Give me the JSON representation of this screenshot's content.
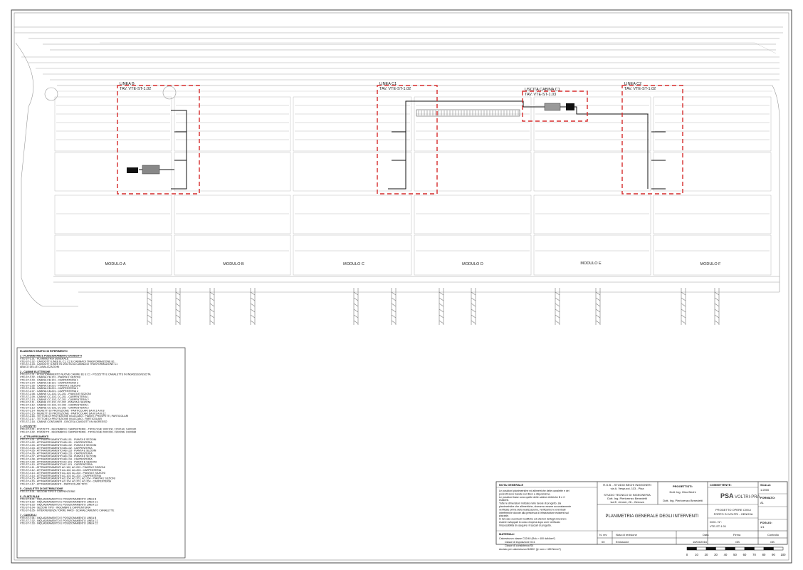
{
  "plan": {
    "zones": [
      {
        "line1": "LINEA B",
        "line2": "TAV. VTE-ST-1.02"
      },
      {
        "line1": "LINEA C1",
        "line2": "TAV. VTE-ST-1.02"
      },
      {
        "line1": "USCITA CABINA C1",
        "line2": "TAV. VTE-ST-1.03"
      },
      {
        "line1": "LINEA C2",
        "line2": "TAV. VTE-ST-1.02"
      }
    ],
    "modules": [
      "MODULO A",
      "MODULO B",
      "MODULO C",
      "MODULO D",
      "MODULO E",
      "MODULO F"
    ]
  },
  "legend": {
    "title": "ELABORATI GRAFICI DI RIFERIMENTO",
    "sections": [
      {
        "heading": "1 - PLANIMETRIE E POSIZIONAMENTO CAVIDOTTI",
        "items": [
          "VTE-ST-1.01 - PLANIMETRIA GENERALE",
          "VTE-ST-1.02 - CAVIDOTTI LINEE B, C1, C2 E CABINA DI TRASFORMAZIONE B1",
          "VTE-ST-1.03 - CAVIDOTTI LINEE IN USCITA DA CABINA DI TRASFORMAZIONE C1",
          "ABACO DELLE CANALIZZAZIONI"
        ]
      },
      {
        "heading": "2 - CABINE ELETTRICHE",
        "items": [
          "VTE-ST-2.01 - POSIZIONAMENTO NUOVE CABINE B1 E C1 - POZZETTI E CANALETTE IN INGRESSO/USCITA",
          "VTE-ST-2.02 - CABINA CB-101 - PIANTA E SEZIONI",
          "VTE-ST-2.03 - CABINA CB-101 - CARPENTERIA 1",
          "VTE-ST-2.04 - CABINA CB-101 - CARPENTERIA 2",
          "VTE-ST-2.05 - CABINA CB-201 - PIANTA E SEZIONI",
          "VTE-ST-2.06 - CABINA CB-201 - CARPENTERIA 1",
          "VTE-ST-2.07 - CABINA CB-201 - CARPENTERIA 2",
          "VTE-ST-2.08 - CABINE CC-102, CC-201 - PIANTA E SEZIONI",
          "VTE-ST-2.09 - CABINE CC-102, CC-201 - CARPENTERIA 1",
          "VTE-ST-2.10 - CABINE CC-102, CC-201 - CARPENTERIA 2",
          "VTE-ST-2.11 - CABINE CC-102, CC-202 - PIANTA E SEZIONI",
          "VTE-ST-2.12 - CABINE CC-102, CC-202 - CARPENTERIA 1",
          "VTE-ST-2.13 - CABINE CC-102, CC-202 - CARPENTERIA 2",
          "VTE-ST-2.14 - MURETTI DI PROTEZIONE - PARTICOLARI DA M.1 A M.8",
          "VTE-ST-2.15 - MURETTI DI PROTEZIONE - PARTICOLARI DA M.9 A M.12",
          "VTE-ST-2.16 - TETTOIE DI PROTEZIONE IN ACCIAIO - PIANTE, PROSPETTI, PARTICOLARI",
          "VTE-ST-2.17 - TETTOIE DI PROTEZIONE IN ACCIAIO - PARTICOLARI",
          "VTE-ST-2.18 - CABINE CONTAINER - DISCESA CAVIDOTTI IN INGRESSO"
        ]
      },
      {
        "heading": "3 - POZZETTI",
        "items": [
          "VTE-ST-3.01 - POZZETTI - INGOMBRI E CARPENTERIE - TIPOLOGIE 100X100, 120X140, 140X160",
          "VTE-ST-3.02 - POZZETTI - INGOMBRI E CARPENTERIE - TIPOLOGIE 200X230, 190X286, 243X386"
        ]
      },
      {
        "heading": "4 - ATTRAVERSAMENTI",
        "items": [
          "VTE-ST-4.01 - ATTRAVERSAMENTO AB-101 - PIANTA E SEZIONI",
          "VTE-ST-4.02 - ATTRAVERSAMENTO AB-101 - CARPENTERIA",
          "VTE-ST-4.03 - ATTRAVERSAMENTO AB-132 - PIANTA E SEZIONI",
          "VTE-ST-4.04 - ATTRAVERSAMENTO AB-132 - CARPENTERIA",
          "VTE-ST-4.05 - ATTRAVERSAMENTO AB-133 - PIANTA E SEZIONI",
          "VTE-ST-4.06 - ATTRAVERSAMENTO AB-133 - CARPENTERIA",
          "VTE-ST-4.07 - ATTRAVERSAMENTO AB-134 - PIANTA E SEZIONI",
          "VTE-ST-4.08 - ATTRAVERSAMENTO AB-134 - CARPENTERIA",
          "VTE-ST-4.09 - ATTRAVERSAMENTO AC-101 - PIANTA E SEZIONI",
          "VTE-ST-4.10 - ATTRAVERSAMENTO AC-101 - CARPENTERIA",
          "VTE-ST-4.11 - ATTRAVERSAMENTI AC-102, AC-203 - PIANTA E SEZIONI",
          "VTE-ST-4.12 - ATTRAVERSAMENTI AC-102, AC-203 - CARPENTERIA",
          "VTE-ST-4.13 - ATTRAVERSAMENTI AC-103, AC-202 - PIANTA E SEZIONI",
          "VTE-ST-4.14 - ATTRAVERSAMENTI AC-103, AC-202 - CARPENTERIA",
          "VTE-ST-4.15 - ATTRAVERSAMENTI AC-104, AC-201, AC-204 - PIANTA E SEZIONI",
          "VTE-ST-4.16 - ATTRAVERSAMENTI AC-104, AC-201, AC-204 - CARPENTERIA",
          "VTE-ST-4.17 - ATTRAVERSAMENTI - PARTICOLARI TIPO"
        ]
      },
      {
        "heading": "5 - CANALETTE DI DISTRIBUZIONE",
        "items": [
          "VTE-ST-5.01 - SEZIONI TIPO E CARPENTERIE"
        ]
      },
      {
        "heading": "6 - PLINTI PLAN",
        "items": [
          "VTE-ST-6.01 - INQUADRAMENTO E POSIZIONAMENTO LINEA B",
          "VTE-ST-6.02 - INQUADRAMENTO E POSIZIONAMENTO LINEA C1",
          "VTE-ST-6.03 - INQUADRAMENTO E POSIZIONAMENTO LINEA C2",
          "VTE-ST-6.04 - SEZIONI TIPO - INGOMBRI E CARPENTERIA",
          "VTE-ST-6.05 - INTERFERENZA TORRE FARO - SCAVALCAMENTO CANALETTE"
        ]
      },
      {
        "heading": "7 - CANCELLI",
        "items": [
          "VTE-ST-7.01 - INQUADRAMENTO E POSIZIONAMENTO LINEA B",
          "VTE-ST-7.02 - INQUADRAMENTO E POSIZIONAMENTO LINEA C1",
          "VTE-ST-7.03 - INQUADRAMENTO E POSIZIONAMENTO LINEA C2"
        ]
      }
    ]
  },
  "title_block": {
    "note_title": "NOTA GENERALE",
    "note_lines": [
      "Le posizioni planimetriche ed altimetriche delle canalette e dei",
      "pozzetti sono basate sui rilievi a disposizione.",
      "Le posizioni base sono quelle delle cabine elettriche B e C",
      "esistenti.",
      "Tutte le dimensioni indicate nelle tavole di progetto, sia",
      "planimetriche che altimetriche, dovranno essere accuratamente",
      "verificate prima della realizzazione, verificando le eventuali",
      "interferenze dovute alla presenza di infrastrutture esistenti sul",
      "piazzale.",
      "In tal caso eventuali modifiche ed ulteriori dettagli dovranno",
      "essere sviluppati in corso d'opera dopo aver verificato",
      "l'impossibilità di eseguire i tracciati di progetto."
    ],
    "materials_title": "MATERIALI",
    "materials_lines": [
      "Calcestruzzo classe C32/40 (Rck > 400 daN/cm²)",
      "Classe di esposizione XC1",
      "Classe di consistenza S4",
      "Acciaio per calcestruzzo B450C (fy nom > 450 N/mm²)"
    ],
    "firm_lines": [
      "R.G.B. - STUDIO BECHI INGEGNERI",
      "via A. Vespucci, 113 - Pisa"
    ],
    "studio_lines": [
      "STUDIO TECNICO DI INGEGNERIA",
      "Dott. Ing. Pierlorenzo Benedetti",
      "via E. Jenner, 26 - Genova"
    ],
    "designers_label": "PROGETTISTI:",
    "designer1": "Dott. Ing. Gino Bechi",
    "designer2": "Dott. Ing. Pierlorenzo Benedetti",
    "client_label": "COMMITTENTE:",
    "client_logo_a": "PSA",
    "client_logo_b": "VOLTRI-PRA",
    "drawing_title": "PLANIMETRIA GENERALE DEGLI INTERVENTI",
    "project_line1": "PROGETTO OPERE CIVILI",
    "project_line2": "PORTO DI VOLTRI - GENOVA",
    "doc_label": "DOC. N°:",
    "doc_value": "VTE-ST-1.01",
    "scale_label": "SCALA:",
    "scale_value": "1:2000",
    "format_label": "FORMATO:",
    "format_value": "A1",
    "sheet_label": "FOGLIO:",
    "sheet_value": "1/1",
    "rev_headers": [
      "N. rev",
      "Nota di revisione",
      "Data",
      "Firma",
      "Controllo"
    ],
    "rev_row": [
      "00",
      "Emissione",
      "16/03/2016",
      "GB",
      "GB"
    ]
  },
  "scale_bar": {
    "labels": [
      "0",
      "10",
      "20",
      "30",
      "40",
      "50",
      "60",
      "70",
      "80",
      "90",
      "100"
    ]
  }
}
